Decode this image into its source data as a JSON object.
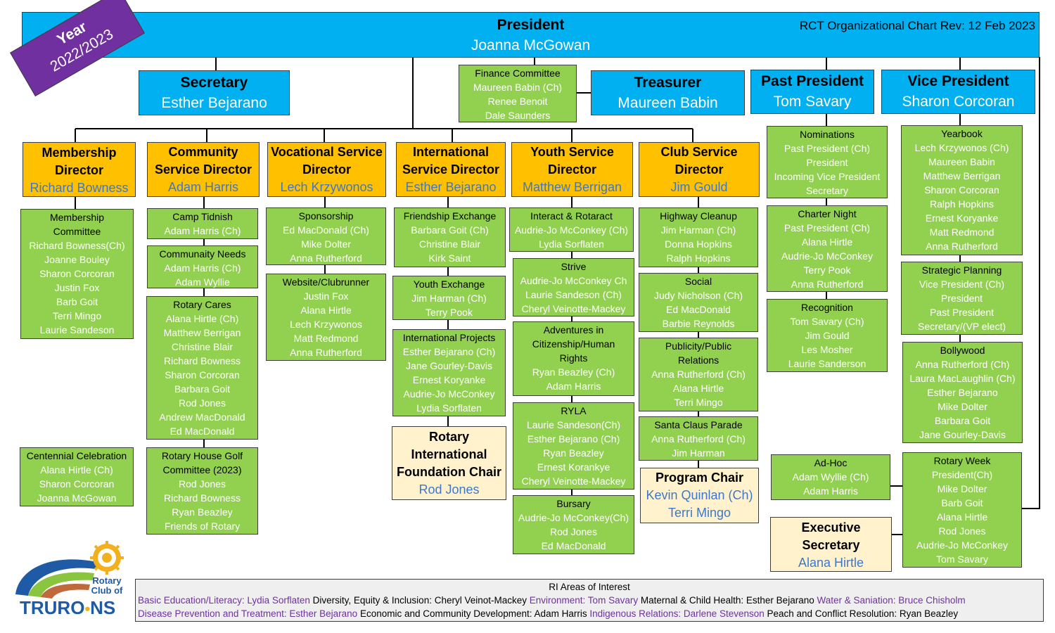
{
  "year_badge": {
    "label": "Year",
    "value": "2022/2023"
  },
  "president": {
    "title": "President",
    "name": "Joanna McGowan"
  },
  "revision": "RCT Organizational Chart Rev: 12 Feb 2023",
  "secretary": {
    "title": "Secretary",
    "name": "Esther Bejarano"
  },
  "finance_committee": {
    "title": "Finance Committee",
    "members": [
      "Maureen Babin (Ch)",
      "Renee Benoit",
      "Dale Saunders"
    ]
  },
  "treasurer": {
    "title": "Treasurer",
    "name": "Maureen Babin"
  },
  "past_president": {
    "title": "Past President",
    "name": "Tom Savary"
  },
  "vice_president": {
    "title": "Vice President",
    "name": "Sharon Corcoran"
  },
  "directors": {
    "membership": {
      "title": [
        "Membership",
        "Director"
      ],
      "name": "Richard Bowness"
    },
    "community": {
      "title": [
        "Community",
        "Service Director"
      ],
      "name": "Adam Harris"
    },
    "vocational": {
      "title": [
        "Vocational Service",
        "Director"
      ],
      "name": "Lech Krzywonos"
    },
    "international": {
      "title": [
        "International",
        "Service Director"
      ],
      "name": "Esther Bejarano"
    },
    "youth": {
      "title": [
        "Youth Service",
        "Director"
      ],
      "name": "Matthew Berrigan"
    },
    "club": {
      "title": [
        "Club Service",
        "Director"
      ],
      "name": "Jim Gould"
    }
  },
  "committees": {
    "membership_committee": {
      "title": [
        "Membership",
        "Committee"
      ],
      "members": [
        "Richard Bowness(Ch)",
        "Joanne Bouley",
        "Sharon Corcoran",
        "Justin Fox",
        "Barb Goit",
        "Terri Mingo",
        "Laurie Sandeson"
      ]
    },
    "centennial": {
      "title": [
        "Centennial Celebration"
      ],
      "members": [
        "Alana Hirtle (Ch)",
        "Sharon Corcoran",
        "Joanna McGowan"
      ]
    },
    "camp_tidnish": {
      "title": [
        "Camp Tidnish"
      ],
      "members": [
        "Adam Harris (Ch)"
      ]
    },
    "community_needs": {
      "title": [
        "Communaity Needs"
      ],
      "members": [
        "Adam Harris (Ch)",
        "Adam Wyllie"
      ]
    },
    "rotary_cares": {
      "title": [
        "Rotary Cares"
      ],
      "members": [
        "Alana Hirtle (Ch)",
        "Matthew Berrigan",
        "Christine Blair",
        "Richard Bowness",
        "Sharon Corcoran",
        "Barbara Goit",
        "Rod Jones",
        "Andrew MacDonald",
        "Ed MacDonald"
      ]
    },
    "golf": {
      "title": [
        "Rotary House Golf",
        "Committee (2023)"
      ],
      "members": [
        "Rod Jones",
        "Richard Bowness",
        "Ryan Beazley",
        "Friends of Rotary"
      ]
    },
    "sponsorship": {
      "title": [
        "Sponsorship"
      ],
      "members": [
        "Ed MacDonald (Ch)",
        "Mike Dolter",
        "Anna Rutherford"
      ]
    },
    "website": {
      "title": [
        "Website/Clubrunner"
      ],
      "members": [
        "Justin Fox",
        "Alana Hirtle",
        "Lech Krzywonos",
        "Matt Redmond",
        "Anna Rutherford"
      ]
    },
    "friendship": {
      "title": [
        "Friendship Exchange"
      ],
      "members": [
        "Barbara Goit (Ch)",
        "Christine Blair",
        "Kirk Saint"
      ]
    },
    "youth_exchange": {
      "title": [
        "Youth Exchange"
      ],
      "members": [
        "Jim Harman (Ch)",
        "Terry Pook"
      ]
    },
    "intl_projects": {
      "title": [
        "International Projects"
      ],
      "members": [
        "Esther Bejarano (Ch)",
        "Jane Gourley-Davis",
        "Ernest Koryanke",
        "Audrie-Jo McConkey",
        "Lydia Sorflaten"
      ]
    },
    "interact": {
      "title": [
        "Interact & Rotaract"
      ],
      "members": [
        "Audrie-Jo McConkey (Ch)",
        "Lydia Sorflaten"
      ]
    },
    "strive": {
      "title": [
        "Strive"
      ],
      "members": [
        "Audrie-Jo McConkey  Ch",
        "Laurie Sandeson (Ch)",
        "Cheryl Veinotte-Mackey"
      ]
    },
    "adventures": {
      "title": [
        "Adventures in",
        "Citizenship/Human",
        "Rights"
      ],
      "members": [
        "Ryan Beazley (Ch)",
        "Adam Harris"
      ]
    },
    "ryla": {
      "title": [
        "RYLA"
      ],
      "members": [
        "Laurie Sandeson(Ch)",
        "Esther Bejarano (Ch)",
        "Ryan Beazley",
        "Ernest  Korankye",
        "Cheryl Veinotte-Mackey"
      ]
    },
    "bursary": {
      "title": [
        "Bursary"
      ],
      "members": [
        "Audrie-Jo McConkey(Ch)",
        "Rod Jones",
        "Ed MacDonald"
      ]
    },
    "highway": {
      "title": [
        "Highway Cleanup"
      ],
      "members": [
        "Jim Harman (Ch)",
        "Donna Hopkins",
        "Ralph Hopkins"
      ]
    },
    "social": {
      "title": [
        "Social"
      ],
      "members": [
        "Judy Nicholson (Ch)",
        "Ed MacDonald",
        "Barbie Reynolds"
      ]
    },
    "publicity": {
      "title": [
        "Publicity/Public",
        "Relations"
      ],
      "members": [
        "Anna Rutherford (Ch)",
        "Alana Hirtle",
        "Terri Mingo"
      ]
    },
    "santa": {
      "title": [
        "Santa Claus Parade"
      ],
      "members": [
        "Anna Rutherford (Ch)",
        "Jim Harman"
      ]
    },
    "nominations": {
      "title": [
        "Nominations"
      ],
      "members": [
        "Past President (Ch)",
        "President",
        "Incoming Vice President",
        "Secretary"
      ]
    },
    "charter": {
      "title": [
        "Charter Night"
      ],
      "members": [
        "Past President (Ch)",
        "Alana Hirtle",
        "Audrie-Jo McConkey",
        "Terry Pook",
        "Anna Rutherford"
      ]
    },
    "recognition": {
      "title": [
        "Recognition"
      ],
      "members": [
        "Tom Savary (Ch)",
        "Jim Gould",
        "Les Mosher",
        "Laurie Sanderson"
      ]
    },
    "yearbook": {
      "title": [
        "Yearbook"
      ],
      "members": [
        "Lech Krzywonos (Ch)",
        "Maureen Babin",
        "Matthew Berrigan",
        "Sharon Corcoran",
        "Ralph Hopkins",
        "Ernest Koryanke",
        "Matt Redmond",
        "Anna Rutherford"
      ]
    },
    "strategic": {
      "title": [
        "Strategic Planning"
      ],
      "members": [
        "Vice President (Ch)",
        "President",
        "Past President",
        "Secretary/(VP elect)"
      ]
    },
    "bollywood": {
      "title": [
        "Bollywood"
      ],
      "members": [
        "Anna Rutherford (Ch)",
        "Laura MacLaughlin (Ch)",
        "Esther Bejarano",
        "Mike Dolter",
        "Barbara Goit",
        "Jane Gourley-Davis"
      ]
    },
    "adhoc": {
      "title": [
        "Ad-Hoc"
      ],
      "members": [
        "Adam Wyllie (Ch)",
        "Adam Harris"
      ]
    },
    "rotary_week": {
      "title": [
        "Rotary Week"
      ],
      "members": [
        "President(Ch)",
        "Mike Dolter",
        "Barb Goit",
        "Alana Hirtle",
        "Rod Jones",
        "Audrie-Jo McConkey",
        "Tom Savary"
      ]
    }
  },
  "foundation_chair": {
    "title": [
      "Rotary",
      "International",
      "Foundation Chair"
    ],
    "name": "Rod Jones"
  },
  "program_chair": {
    "title": "Program Chair",
    "names": [
      "Kevin Quinlan (Ch)",
      "Terri Mingo"
    ]
  },
  "executive_secretary": {
    "title": [
      "Executive",
      "Secretary"
    ],
    "name": "Alana Hirtle"
  },
  "logo": {
    "text": [
      "Rotary",
      "Club of"
    ],
    "place": "TRURO",
    "province": "NS"
  },
  "ri_areas": {
    "title": "RI Areas of Interest",
    "line1": [
      {
        "text": "Basic Education/Literacy: Lydia Sorflaten ",
        "color": "#7030a0"
      },
      {
        "text": "Diversity, Equity & Inclusion: Cheryl Veinot-Mackey ",
        "color": "#000000"
      },
      {
        "text": "Environment: Tom Savary ",
        "color": "#7030a0"
      },
      {
        "text": "Maternal & Child Health: Esther Bejarano ",
        "color": "#000000"
      },
      {
        "text": "Water & Saniation: Bruce Chisholm",
        "color": "#7030a0"
      }
    ],
    "line2": [
      {
        "text": "Disease Prevention and Treatment: Esther Bejarano ",
        "color": "#7030a0"
      },
      {
        "text": "Economic and Community Development: Adam Harris ",
        "color": "#000000"
      },
      {
        "text": "Indigenous Relations: Darlene Stevenson ",
        "color": "#7030a0"
      },
      {
        "text": "Peach and Conflict Resolution: Ryan Beazley",
        "color": "#000000"
      }
    ]
  },
  "colors": {
    "blue": "#00b0f0",
    "orange": "#ffc000",
    "green": "#92d050",
    "cream": "#fff2cc",
    "purple": "#7030a0",
    "name_blue": "#3f78c6"
  }
}
